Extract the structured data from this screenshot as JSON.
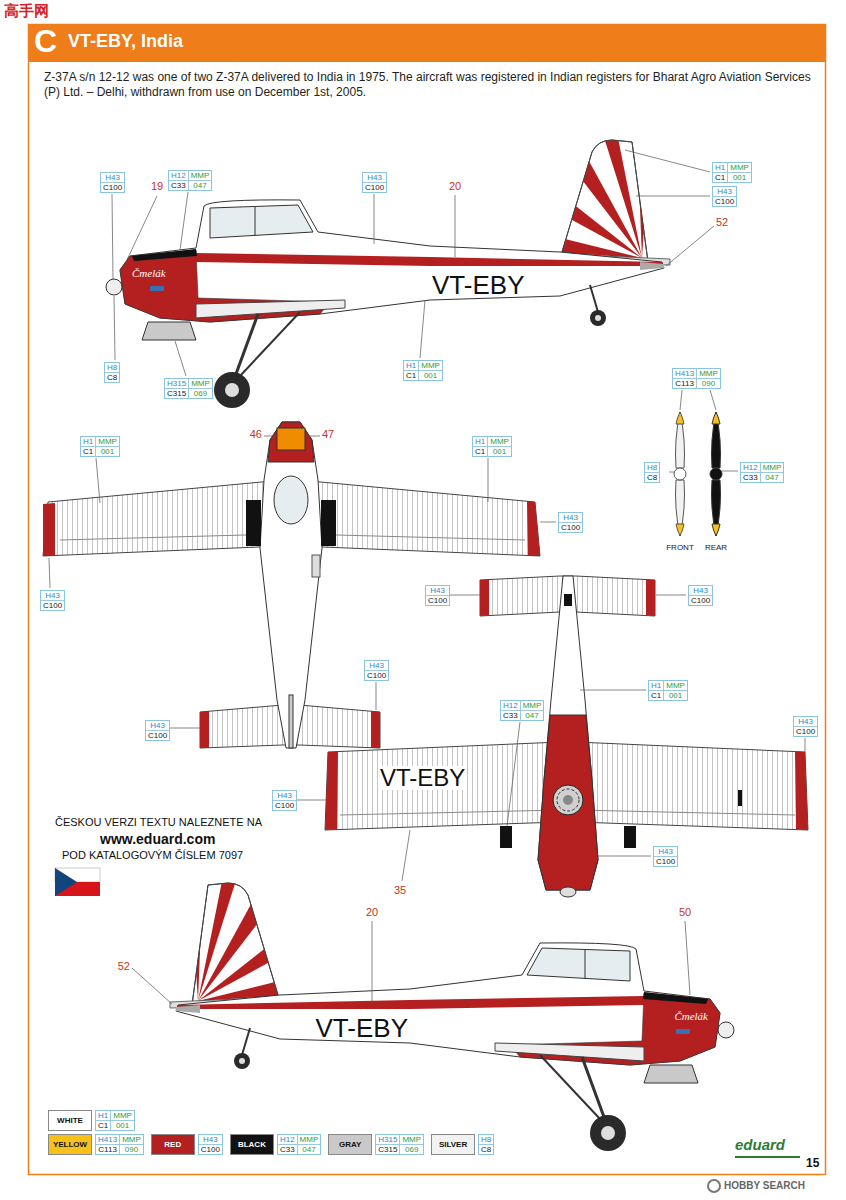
{
  "diagram": {
    "title": "VT-EBY, India",
    "nodes": [
      {
        "text": [
          "H43",
          "C100"
        ]
      },
      {
        "text": [
          "H12",
          "MMP",
          "C33",
          "047"
        ]
      },
      {
        "text": [
          "H43",
          "C100"
        ]
      },
      {
        "text": [
          "H1",
          "MMP",
          "C1",
          "001"
        ]
      },
      {
        "text": [
          "H43",
          "C100"
        ]
      },
      {
        "text": [
          "H8",
          "C8"
        ]
      },
      {
        "text": [
          "H1",
          "MMP",
          "C1",
          "001"
        ]
      },
      {
        "text": [
          "H315",
          "MMP",
          "C315",
          "069"
        ]
      },
      {
        "text": [
          "H413",
          "MMP",
          "C113",
          "090"
        ]
      },
      {
        "text": [
          "H1",
          "MMP",
          "C1",
          "001"
        ]
      },
      {
        "text": [
          "H1",
          "MMP",
          "C1",
          "001"
        ]
      },
      {
        "text": [
          "H8",
          "C8"
        ]
      },
      {
        "text": [
          "H12",
          "MMP",
          "C33",
          "047"
        ]
      },
      {
        "text": [
          "H43",
          "C100"
        ]
      },
      {
        "text": [
          "H43",
          "C100"
        ]
      },
      {
        "text": [
          "H43",
          "C100"
        ]
      },
      {
        "text": [
          "H43",
          "C100"
        ]
      },
      {
        "text": [
          "H43",
          "C100"
        ]
      },
      {
        "text": [
          "H1",
          "MMP",
          "C1",
          "001"
        ]
      },
      {
        "text": [
          "H12",
          "MMP",
          "C33",
          "047"
        ]
      },
      {
        "text": [
          "H43",
          "C100"
        ]
      },
      {
        "text": [
          "H43",
          "C100"
        ]
      },
      {
        "text": [
          "H43",
          "C100"
        ]
      },
      {
        "text": [
          "H43",
          "C100"
        ]
      },
      {
        "text": [
          "H1",
          "MMP",
          "C1",
          "001"
        ]
      },
      {
        "text": [
          "H413",
          "MMP",
          "C113",
          "090"
        ]
      },
      {
        "text": [
          "H43",
          "C100"
        ]
      },
      {
        "text": [
          "H12",
          "MMP",
          "C33",
          "047"
        ]
      },
      {
        "text": [
          "H315",
          "MMP",
          "C315",
          "069"
        ]
      },
      {
        "text": [
          "H8",
          "C8"
        ]
      }
    ],
    "labels": [
      "C",
      "Z-37A s/n 12-12 was one of two Z-37A delivered to India in 1975. The aircraft was registered in Indian registers for Bharat Agro Aviation Services (P) Ltd. – Delhi, withdrawn from use on December 1st, 2005.",
      "19",
      "20",
      "52",
      "Čmelák",
      "VT-EBY",
      "46",
      "47",
      "FRONT",
      "REAR",
      "VT-EBY",
      "ČESKOU VERZI TEXTU NALEZNETE NA",
      "www.eduard.com",
      "POD KATALOGOVÝM ČÍSLEM 7097",
      "35",
      "20",
      "50",
      "52",
      "Čmelák",
      "VT-EBY",
      "eduard",
      "15",
      "高手网",
      "HOBBY SEARCH"
    ],
    "legend": [
      {
        "text": "WHITE",
        "color": "#ffffff"
      },
      {
        "text": "YELLOW",
        "color": "#f6c21a"
      },
      {
        "text": "RED",
        "color": "#b3201f"
      },
      {
        "text": "BLACK",
        "color": "#111111"
      },
      {
        "text": "GRAY",
        "color": "#c9c9c9"
      },
      {
        "text": "SILVER",
        "color": "#f2f2f2"
      }
    ]
  }
}
